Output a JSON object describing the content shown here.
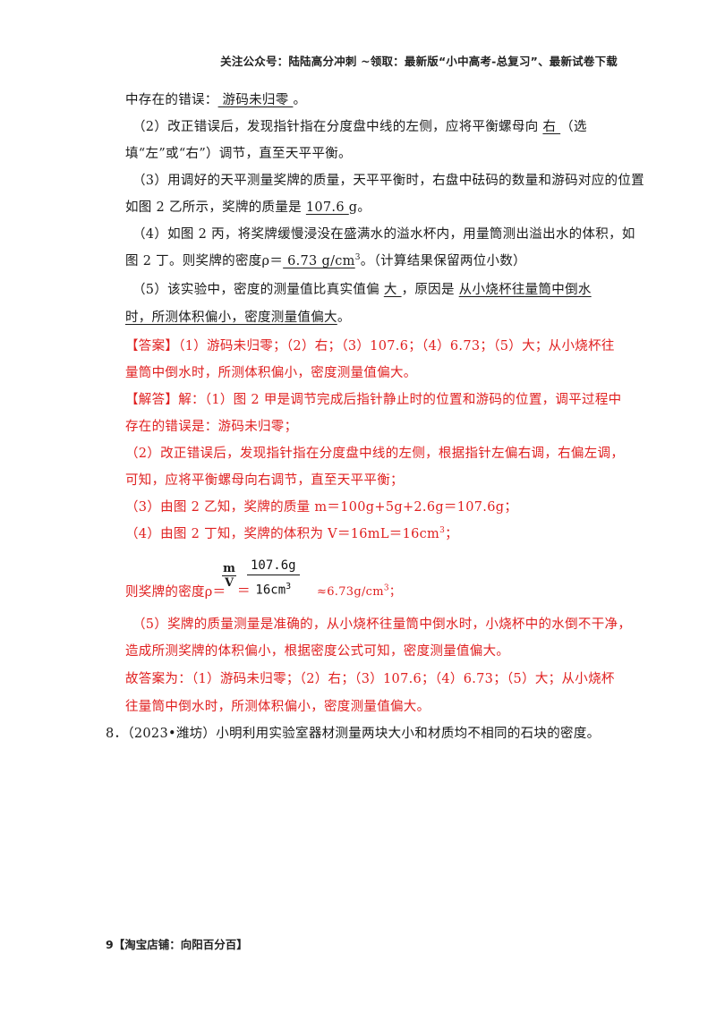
{
  "header": {
    "text": "关注公众号：陆陆高分冲刺 ~领取：最新版“小中高考-总复习”、最新试卷下载"
  },
  "question": {
    "line1": {
      "pre": "中存在的错误：",
      "blank": "  游码未归零  ",
      "post": "。"
    },
    "item2a": {
      "pre": "（2）改正错误后，发现指针指在分度盘中线的左侧，应将平衡螺母向 ",
      "blank": "  右  ",
      "post": "（选"
    },
    "item2b": "填“左”或“右”）调节，直至天平平衡。",
    "item3a": "（3）用调好的天平测量奖牌的质量，天平平衡时，右盘中砝码的数量和游码对应的位置",
    "item3b": {
      "pre": "如图 2 乙所示，奖牌的质量是 ",
      "blank": " 107.6  ",
      "post": "g。"
    },
    "item4a": "（4）如图 2 丙，将奖牌缓慢浸没在盛满水的溢水杯内，用量筒测出溢出水的体积，如",
    "item4b": {
      "pre": "图 2 丁。则奖牌的密度ρ＝",
      "blank": "  6.73  ",
      "unit": "g/cm",
      "unit_sup": "3",
      "post": "。（计算结果保留两位小数）"
    },
    "item5a": {
      "pre": "（5）该实验中，密度的测量值比真实值偏 ",
      "blank1": "  大  ",
      "mid": "，原因是 ",
      "blank2": "  从小烧杯往量筒中倒水"
    },
    "item5b": {
      "blank": "时，所测体积偏小，密度测量值偏大",
      "post": "。"
    }
  },
  "answer": {
    "line1": "【答案】（1）游码未归零；（2）右；（3）107.6；（4）6.73；（5）大；从小烧杯往",
    "line2": "量筒中倒水时，所测体积偏小，密度测量值偏大。"
  },
  "solution": {
    "line1": "【解答】解：（1）图 2 甲是调节完成后指针静止时的位置和游码的位置，调平过程中",
    "line2": "存在的错误是：游码未归零；",
    "line3": "（2）改正错误后，发现指针指在分度盘中线的左侧，根据指针左偏右调，右偏左调，",
    "line4": "可知，应将平衡螺母向右调节，直至天平平衡；",
    "line5": "（3）由图 2 乙知，奖牌的质量 m＝100g+5g+2.6g＝107.6g；",
    "line6": {
      "pre": "（4）由图 2 丁知，奖牌的体积为 V＝16mL＝16cm",
      "sup": "3",
      "post": "；"
    },
    "density": {
      "pre": "则奖牌的密度ρ＝",
      "small_num": "m",
      "small_den": "V",
      "eq": "＝",
      "big_num": "107.6g",
      "big_den": "16cm",
      "big_den_sup": "3",
      "approx": "≈6.73g/cm",
      "approx_sup": "3",
      "post": "；"
    },
    "line7": "（5）奖牌的质量测量是准确的，从小烧杯往量筒中倒水时，小烧杯中的水倒不干净，",
    "line8": "造成所测奖牌的体积偏小，根据密度公式可知，密度测量值偏大。",
    "line9": "故答案为：（1）游码未归零；（2）右；（3）107.6；（4）6.73；（5）大；从小烧杯",
    "line10": "往量筒中倒水时，所测体积偏小，密度测量值偏大。"
  },
  "next_question": "8．（2023•潍坊）小明利用实验室器材测量两块大小和材质均不相同的石块的密度。",
  "footer": {
    "page": "9",
    "shop": "【淘宝店铺：向阳百分百】"
  }
}
